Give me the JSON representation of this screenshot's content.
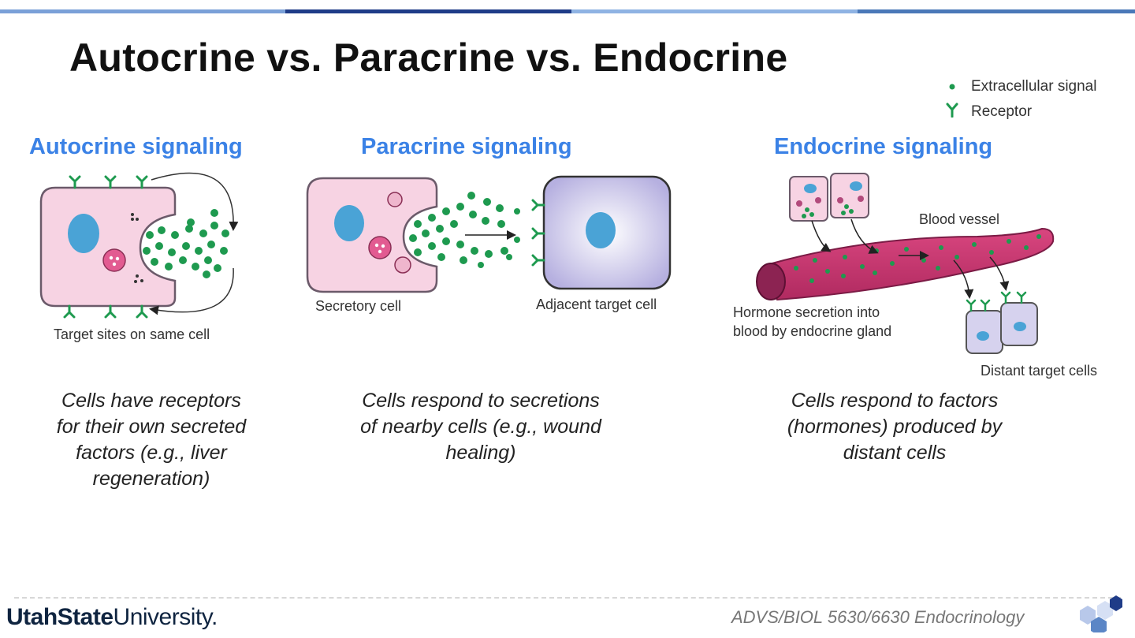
{
  "slide": {
    "title": "Autocrine vs. Paracrine vs. Endocrine"
  },
  "legend": {
    "signal_label": "Extracellular signal",
    "receptor_label": "Receptor"
  },
  "panels": {
    "autocrine": {
      "heading": "Autocrine signaling",
      "caption": "Target sites on same cell",
      "description_lines": [
        "Cells have receptors",
        "for their own secreted",
        "factors (e.g., liver",
        "regeneration)"
      ]
    },
    "paracrine": {
      "heading": "Paracrine signaling",
      "secretory_label": "Secretory cell",
      "target_label": "Adjacent target cell",
      "description_lines": [
        "Cells respond to secretions",
        "of nearby cells (e.g., wound",
        "healing)"
      ]
    },
    "endocrine": {
      "heading": "Endocrine signaling",
      "vessel_label": "Blood vessel",
      "secretion_label_lines": [
        "Hormone secretion into",
        "blood by endocrine gland"
      ],
      "target_label": "Distant target cells",
      "description_lines": [
        "Cells respond to factors",
        "(hormones) produced by",
        "distant cells"
      ]
    }
  },
  "footer": {
    "university_bold": "UtahState",
    "university_regular": "University.",
    "course": "ADVS/BIOL 5630/6630 Endocrinology"
  },
  "colors": {
    "heading": "#3b82e6",
    "signal": "#1e9a4f",
    "cell_fill": "#f7d3e3",
    "nucleus": "#4aa3d6",
    "vessel": "#c2316a",
    "target_cell": "#d6d2ee",
    "topbar_light": "#7aa0d8",
    "topbar_dark": "#1f3c88"
  }
}
